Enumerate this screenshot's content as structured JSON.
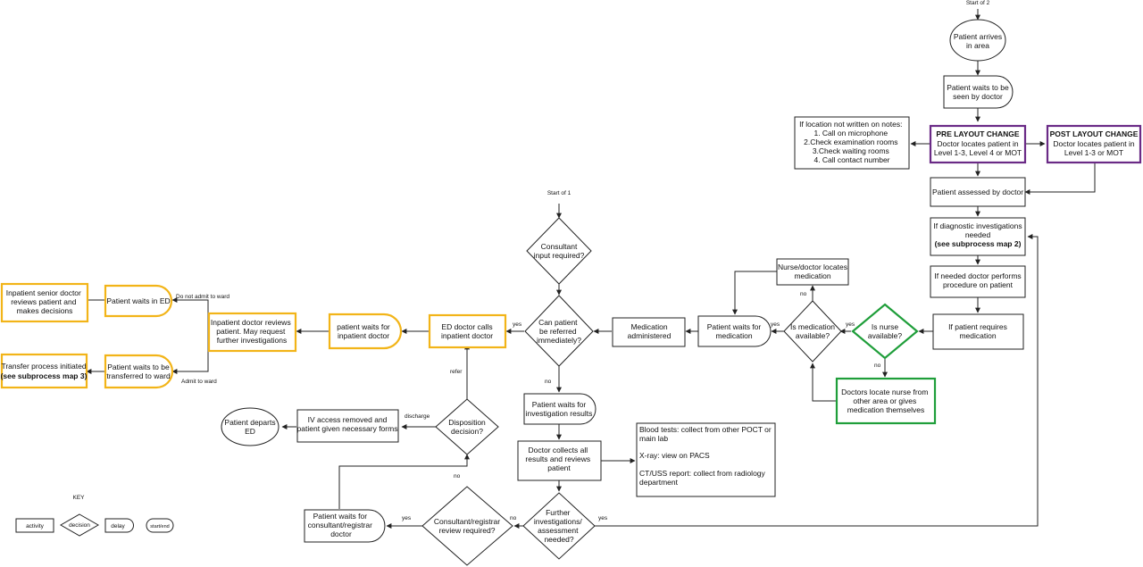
{
  "start2": "Start of 2",
  "start1": "Start of 1",
  "patient_arrives": [
    "Patient arrives",
    "in area"
  ],
  "waits_seen": [
    "Patient waits to be",
    "seen by doctor"
  ],
  "location_not_written": [
    "If location not written on notes:",
    "1. Call on microphone",
    "2.Check examination rooms",
    "3.Check waiting rooms",
    "4. Call contact number"
  ],
  "pre_layout_title": "PRE LAYOUT CHANGE",
  "pre_layout_text": [
    "Doctor locates patient in",
    "Level 1-3, Level 4 or MOT"
  ],
  "post_layout_title": "POST LAYOUT CHANGE",
  "post_layout_text": [
    "Doctor locates patient in",
    "Level 1-3 or MOT"
  ],
  "assessed": "Patient assessed by doctor",
  "diagnostic": [
    "If diagnostic investigations",
    "needed"
  ],
  "diagnostic_bold": "(see subprocess map 2)",
  "procedure": [
    "If needed doctor performs",
    "procedure on patient"
  ],
  "requires_med": [
    "If patient requires",
    "medication"
  ],
  "nurse_available": [
    "Is nurse",
    "available?"
  ],
  "doctors_locate_nurse": [
    "Doctors locate nurse from",
    "other area or gives",
    "medication themselves"
  ],
  "med_available": [
    "Is medication",
    "available?"
  ],
  "nurse_locates": [
    "Nurse/doctor locates",
    "medication"
  ],
  "waits_med": [
    "Patient waits for",
    "medication"
  ],
  "med_administered": [
    "Medication",
    "administered"
  ],
  "consultant_input": [
    "Consultant",
    "input required?"
  ],
  "can_refer": [
    "Can patient",
    "be referred",
    "immediately?"
  ],
  "ed_calls": [
    "ED doctor calls",
    "inpatient doctor"
  ],
  "waits_inpatient": [
    "patient waits for",
    "inpatient doctor"
  ],
  "inpatient_reviews": [
    "Inpatient doctor reviews",
    "patient. May request",
    "further investigations"
  ],
  "waits_in_ed": "Patient waits in ED",
  "senior_reviews": [
    "Inpatient senior doctor",
    "reviews patient and",
    "makes decisions"
  ],
  "waits_transfer": [
    "Patient waits to be",
    "transferred to ward"
  ],
  "transfer_process": "Transfer process initiated",
  "transfer_bold": "(see subprocess map 3)",
  "waits_results": [
    "Patient waits for",
    "investigation results"
  ],
  "collects_results": [
    "Doctor collects all",
    "results and reviews",
    "patient"
  ],
  "sources": {
    "blood": [
      "Blood tests: collect from other POCT or",
      "main lab"
    ],
    "xray": "X-ray: view on PACS",
    "ct": [
      "CT/USS report: collect from radiology",
      "department"
    ]
  },
  "further_inv": [
    "Further",
    "investigations/",
    "assessment",
    "needed?"
  ],
  "consultant_review": [
    "Consultant/registrar",
    "review required?"
  ],
  "waits_consultant": [
    "Patient waits for",
    "consultant/registrar",
    "doctor"
  ],
  "disposition": [
    "Disposition",
    "decision?"
  ],
  "iv_removed": [
    "IV access removed and",
    "patient given necessary forms"
  ],
  "departs": [
    "Patient departs",
    "ED"
  ],
  "labels": {
    "yes": "yes",
    "no": "no",
    "refer": "refer",
    "discharge": "discharge",
    "do_not_admit": "Do not admit to ward",
    "admit": "Admit to ward"
  },
  "key": {
    "title": "KEY",
    "activity": "activity",
    "decision": "decision",
    "delay": "delay",
    "startend": "start/end"
  }
}
